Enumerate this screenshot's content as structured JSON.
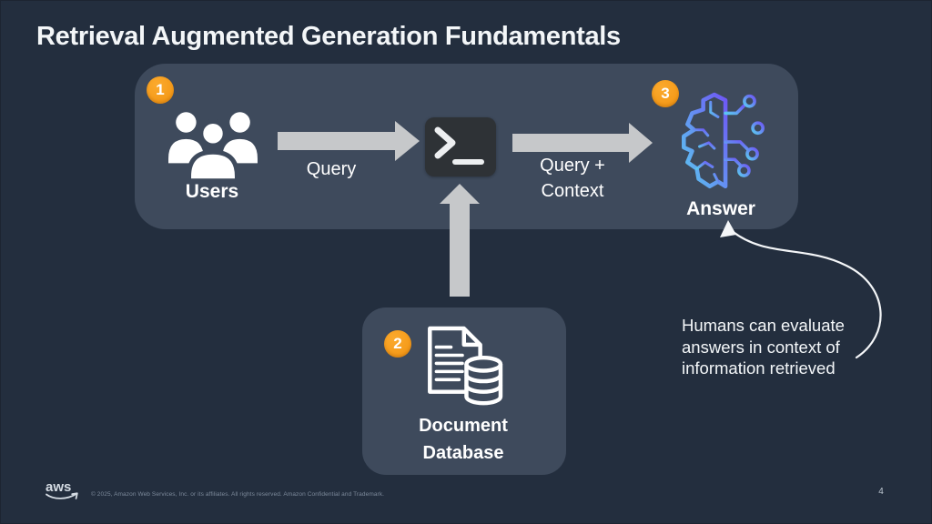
{
  "slide": {
    "title": "Retrieval Augmented Generation Fundamentals",
    "footer": "© 2025, Amazon Web Services, Inc. or its affiliates. All rights reserved. Amazon Confidential and Trademark.",
    "page_number": "4",
    "logo_text": "aws"
  },
  "diagram": {
    "badges": {
      "step1": "1",
      "step2": "2",
      "step3": "3"
    },
    "users_label": "Users",
    "arrow1_label": "Query",
    "arrow2_label": [
      "Query +",
      "Context"
    ],
    "answer_label": "Answer",
    "database_label": [
      "Document",
      "Database"
    ],
    "annotation": [
      "Humans can evaluate",
      "answers in context of",
      "information retrieved"
    ],
    "icons": {
      "users": "users-icon",
      "terminal": "terminal-prompt-icon",
      "answer": "ai-brain-circuit-icon",
      "database": "document-database-icon"
    }
  },
  "colors": {
    "background": "#232E3E",
    "panel": "#3E4A5C",
    "badge_orange": "#F79A23",
    "arrow_gray": "#C6C8CA",
    "terminal_background": "#2E3236",
    "brain_gradient_start": "#5BC8F0",
    "brain_gradient_end": "#6E57F5",
    "text_white": "#FFFFFF",
    "footer_gray": "#7D8A9B"
  }
}
